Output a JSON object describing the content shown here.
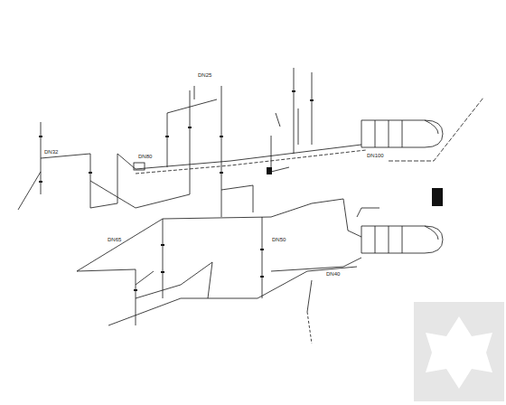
{
  "diagram": {
    "labels": [
      "DN80",
      "DN100",
      "DN65",
      "DN50",
      "DN40",
      "DN25",
      "DN32"
    ]
  }
}
